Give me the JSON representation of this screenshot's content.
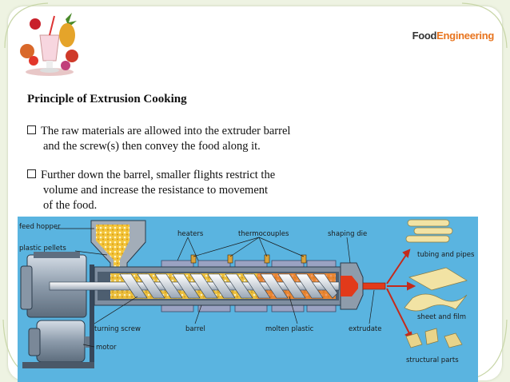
{
  "brand": {
    "part1": "Food",
    "part2": "Engineering"
  },
  "logo": {
    "name": "fruit-smoothie-logo"
  },
  "heading": "Principle of Extrusion Cooking",
  "bullets": [
    {
      "lines": [
        "The raw materials are allowed into the extruder barrel",
        "and the screw(s) then convey the food along it."
      ]
    },
    {
      "lines": [
        "Further down the barrel, smaller flights restrict the",
        "volume and increase the resistance to movement",
        "of the food."
      ]
    }
  ],
  "diagram": {
    "labels": {
      "feed_hopper": "feed hopper",
      "plastic_pellets": "plastic pellets",
      "heaters": "heaters",
      "thermocouples": "thermocouples",
      "shaping_die": "shaping die",
      "tubing_and_pipes": "tubing and pipes",
      "sheet_and_film": "sheet and film",
      "structural_parts": "structural parts",
      "turning_screw": "turning screw",
      "barrel": "barrel",
      "molten_plastic": "molten plastic",
      "extrudate": "extrudate",
      "motor": "motor"
    },
    "colors": {
      "background": "#5ab4e0",
      "barrel": "#7f8ea0",
      "molten": "#e23a1a",
      "pellets": "#f5c842",
      "product": "#f2e3a4"
    }
  }
}
